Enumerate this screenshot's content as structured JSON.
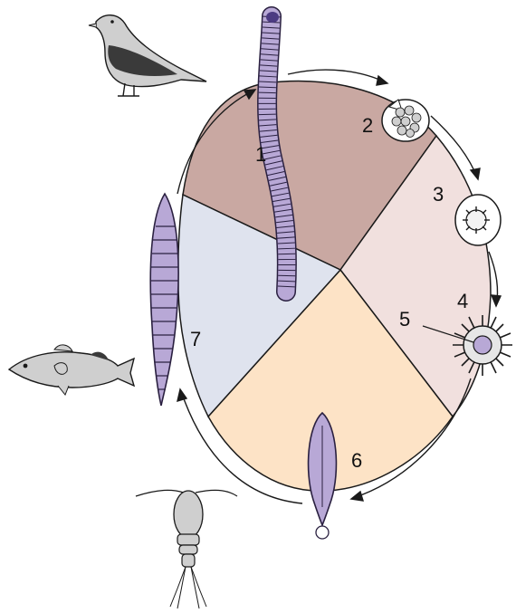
{
  "labels": {
    "n1": "1",
    "n2": "2",
    "n3": "3",
    "n4": "4",
    "n5": "5",
    "n6": "6",
    "n7": "7"
  },
  "colors": {
    "sector_1": "#c9a8a2",
    "sector_3_4": "#f1e0de",
    "sector_6": "#fde3c6",
    "sector_7": "#dfe3ee",
    "worm": "#b8a8d6",
    "worm_stroke": "#2a2040",
    "outline": "#1a1a1a",
    "animal_grey": "#cfcfcf",
    "animal_dark": "#3a3a3a"
  },
  "icons": [
    "seagull",
    "fish",
    "copepod",
    "segmented-worm",
    "egg",
    "oncosphere",
    "coracidium",
    "procercoid",
    "plerocercoid"
  ]
}
